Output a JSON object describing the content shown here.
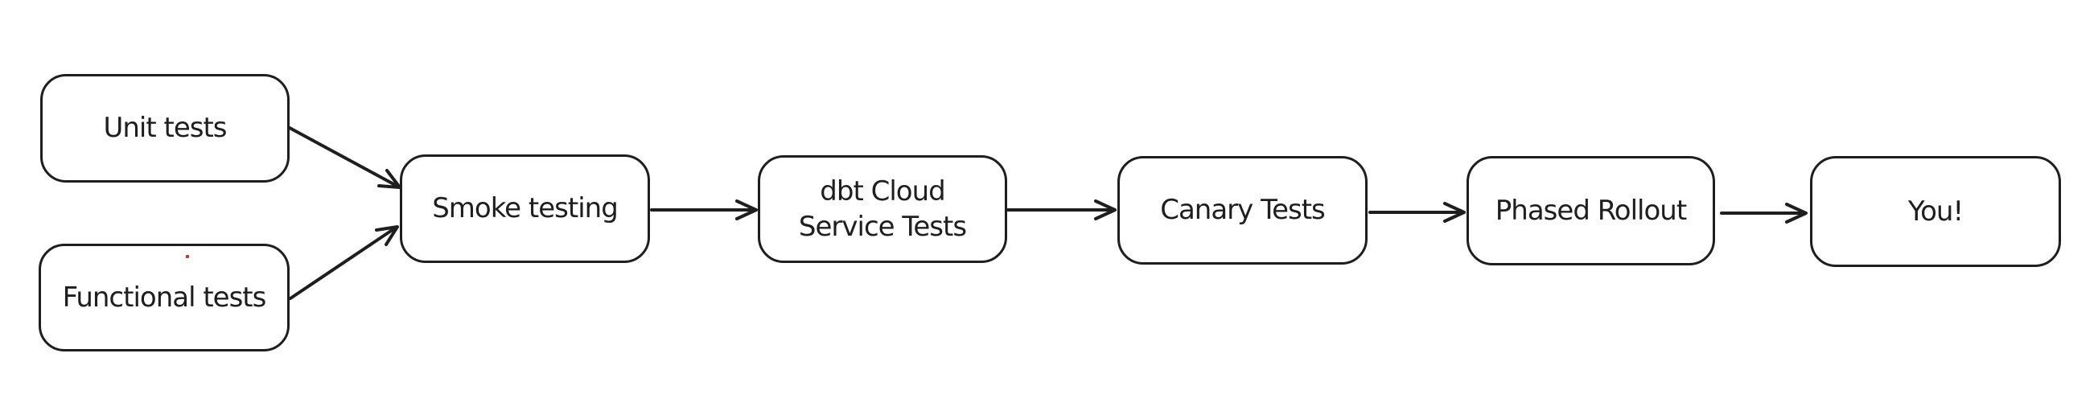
{
  "diagram": {
    "background_color": "#ffffff",
    "stroke_color": "#1e1e1e",
    "text_color": "#1e1e1e",
    "nodes": [
      {
        "id": "unit-tests",
        "label": "Unit tests"
      },
      {
        "id": "functional-tests",
        "label": "Functional tests"
      },
      {
        "id": "smoke-testing",
        "label": "Smoke testing"
      },
      {
        "id": "dbt-cloud-service-tests",
        "label": "dbt Cloud\nService Tests"
      },
      {
        "id": "canary-tests",
        "label": "Canary Tests"
      },
      {
        "id": "phased-rollout",
        "label": "Phased Rollout"
      },
      {
        "id": "you",
        "label": "You!"
      }
    ],
    "edges": [
      {
        "from": "unit-tests",
        "to": "smoke-testing"
      },
      {
        "from": "functional-tests",
        "to": "smoke-testing"
      },
      {
        "from": "smoke-testing",
        "to": "dbt-cloud-service-tests"
      },
      {
        "from": "dbt-cloud-service-tests",
        "to": "canary-tests"
      },
      {
        "from": "canary-tests",
        "to": "phased-rollout"
      },
      {
        "from": "phased-rollout",
        "to": "you"
      }
    ]
  }
}
